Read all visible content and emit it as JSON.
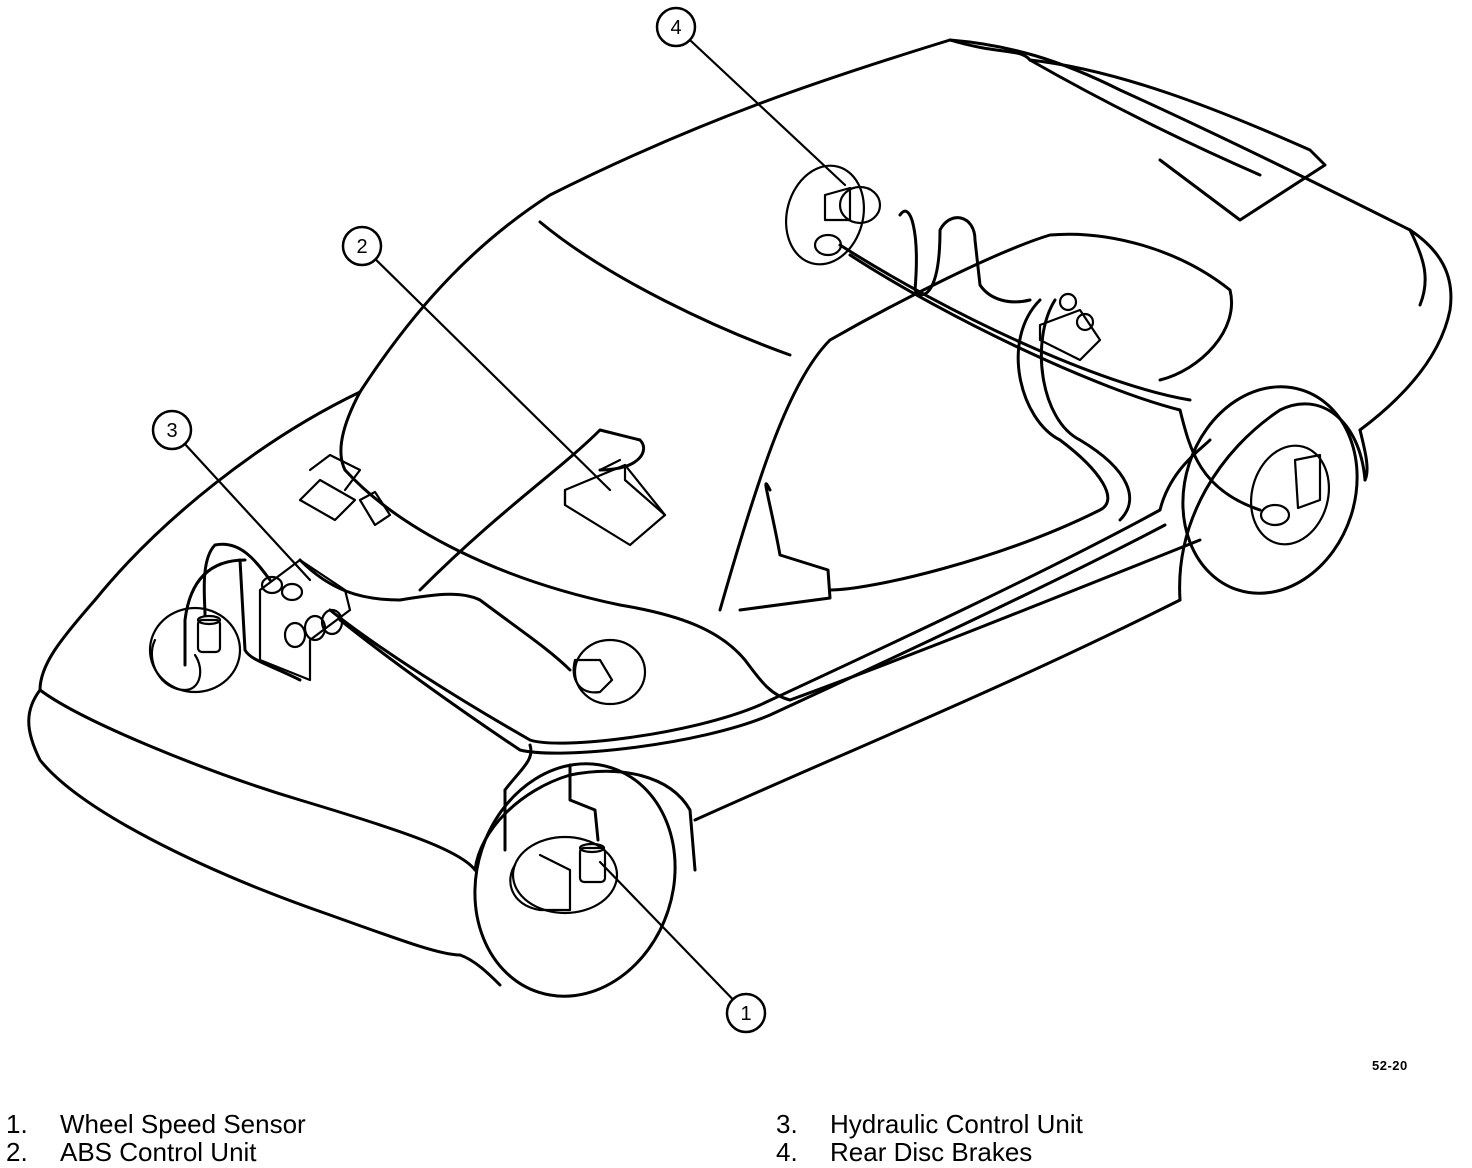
{
  "figure_id": "52-20",
  "callouts": [
    {
      "number": "1"
    },
    {
      "number": "2"
    },
    {
      "number": "3"
    },
    {
      "number": "4"
    }
  ],
  "legend": [
    {
      "number": "1.",
      "label": "Wheel Speed Sensor"
    },
    {
      "number": "2.",
      "label": "ABS Control Unit"
    },
    {
      "number": "3.",
      "label": "Hydraulic Control Unit"
    },
    {
      "number": "4.",
      "label": "Rear Disc Brakes"
    }
  ]
}
